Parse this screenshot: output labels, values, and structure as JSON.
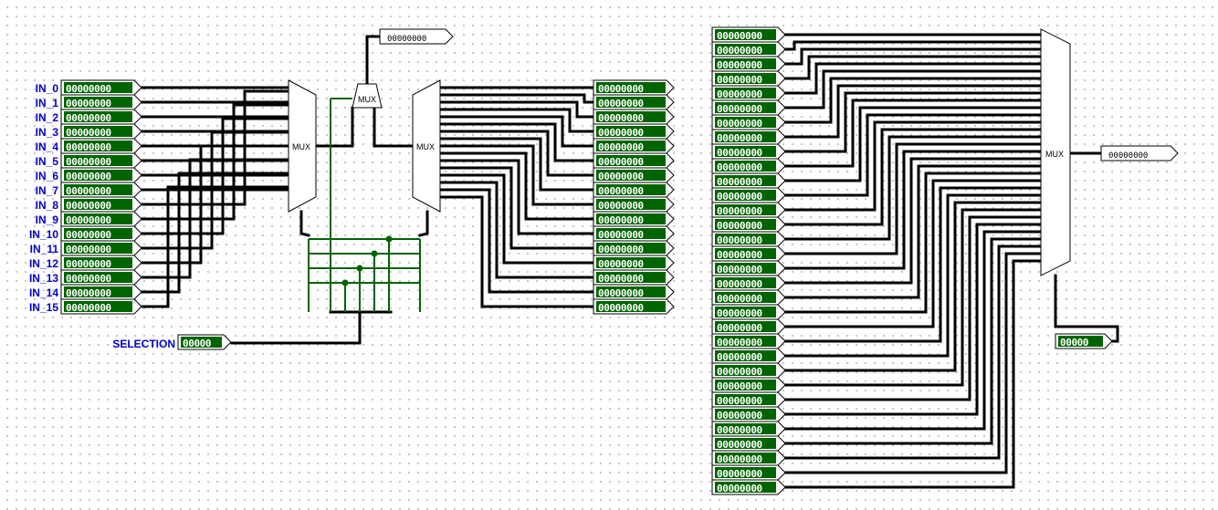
{
  "left_circuit": {
    "input_labels": [
      "IN_0",
      "IN_1",
      "IN_2",
      "IN_3",
      "IN_4",
      "IN_5",
      "IN_6",
      "IN_7",
      "IN_8",
      "IN_9",
      "IN_10",
      "IN_11",
      "IN_12",
      "IN_13",
      "IN_14",
      "IN_15"
    ],
    "input_value": "00000000",
    "output_values": [
      "00000000",
      "00000000",
      "00000000",
      "00000000",
      "00000000",
      "00000000",
      "00000000",
      "00000000",
      "00000000",
      "00000000",
      "00000000",
      "00000000",
      "00000000",
      "00000000",
      "00000000",
      "00000000"
    ],
    "selection_label": "SELECTION",
    "selection_value": "00000",
    "top_output_value": "00000000",
    "mux_labels": [
      "MUX",
      "MUX",
      "MUX"
    ]
  },
  "right_circuit": {
    "input_count": 32,
    "input_value": "00000000",
    "output_value": "00000000",
    "select_value": "00000",
    "mux_label": "MUX"
  },
  "colors": {
    "wire": "#000000",
    "select_wire": "#006400",
    "pin_fill": "#006400",
    "label": "#0000cc",
    "grid_dot": "#a8a8a8"
  }
}
